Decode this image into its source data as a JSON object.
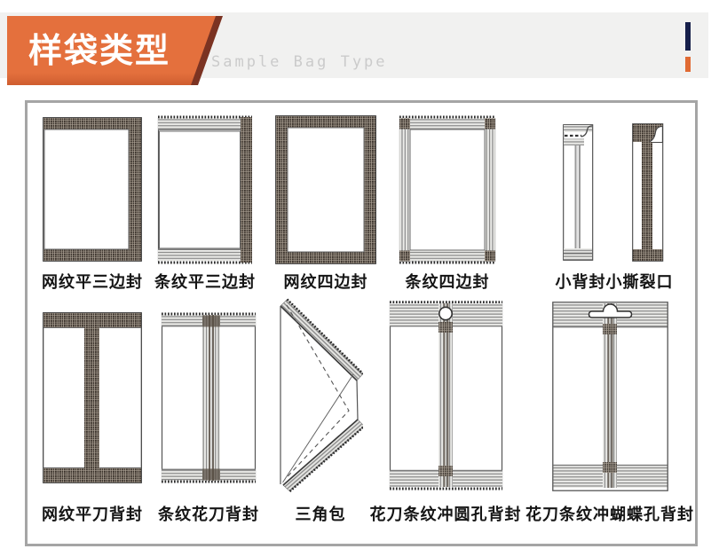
{
  "header": {
    "title": "样袋类型",
    "subtitle": "Sample Bag Type"
  },
  "colors": {
    "accent_orange": "#e4703d",
    "accent_dark_maroon": "#7b3322",
    "navy_bar": "#161f4a",
    "orange_bar": "#e06a33",
    "gray_band": "#f1f1f0",
    "panel_border": "#a5a5a5",
    "mesh_dark": "#3c342d",
    "stripe_gray": "#8a8a8a"
  },
  "rows": [
    {
      "items": [
        {
          "label": "网纹平三边封",
          "type": "mesh-three-side-seal"
        },
        {
          "label": "条纹平三边封",
          "type": "stripe-three-side-seal"
        },
        {
          "label": "网纹四边封",
          "type": "mesh-four-side-seal"
        },
        {
          "label": "条纹四边封",
          "type": "stripe-four-side-seal"
        },
        {
          "label": "小背封小撕裂口",
          "type": "small-back-seal-small-tear-notch"
        }
      ]
    },
    {
      "items": [
        {
          "label": "网纹平刀背封",
          "type": "mesh-flat-knife-back-seal"
        },
        {
          "label": "条纹花刀背封",
          "type": "stripe-serrated-knife-back-seal"
        },
        {
          "label": "三角包",
          "type": "triangle-pack"
        },
        {
          "label": "花刀条纹冲圆孔背封",
          "type": "serrated-stripe-round-hole-back-seal"
        },
        {
          "label": "花刀条纹冲蝴蝶孔背封",
          "type": "serrated-stripe-butterfly-hole-back-seal"
        }
      ]
    }
  ]
}
